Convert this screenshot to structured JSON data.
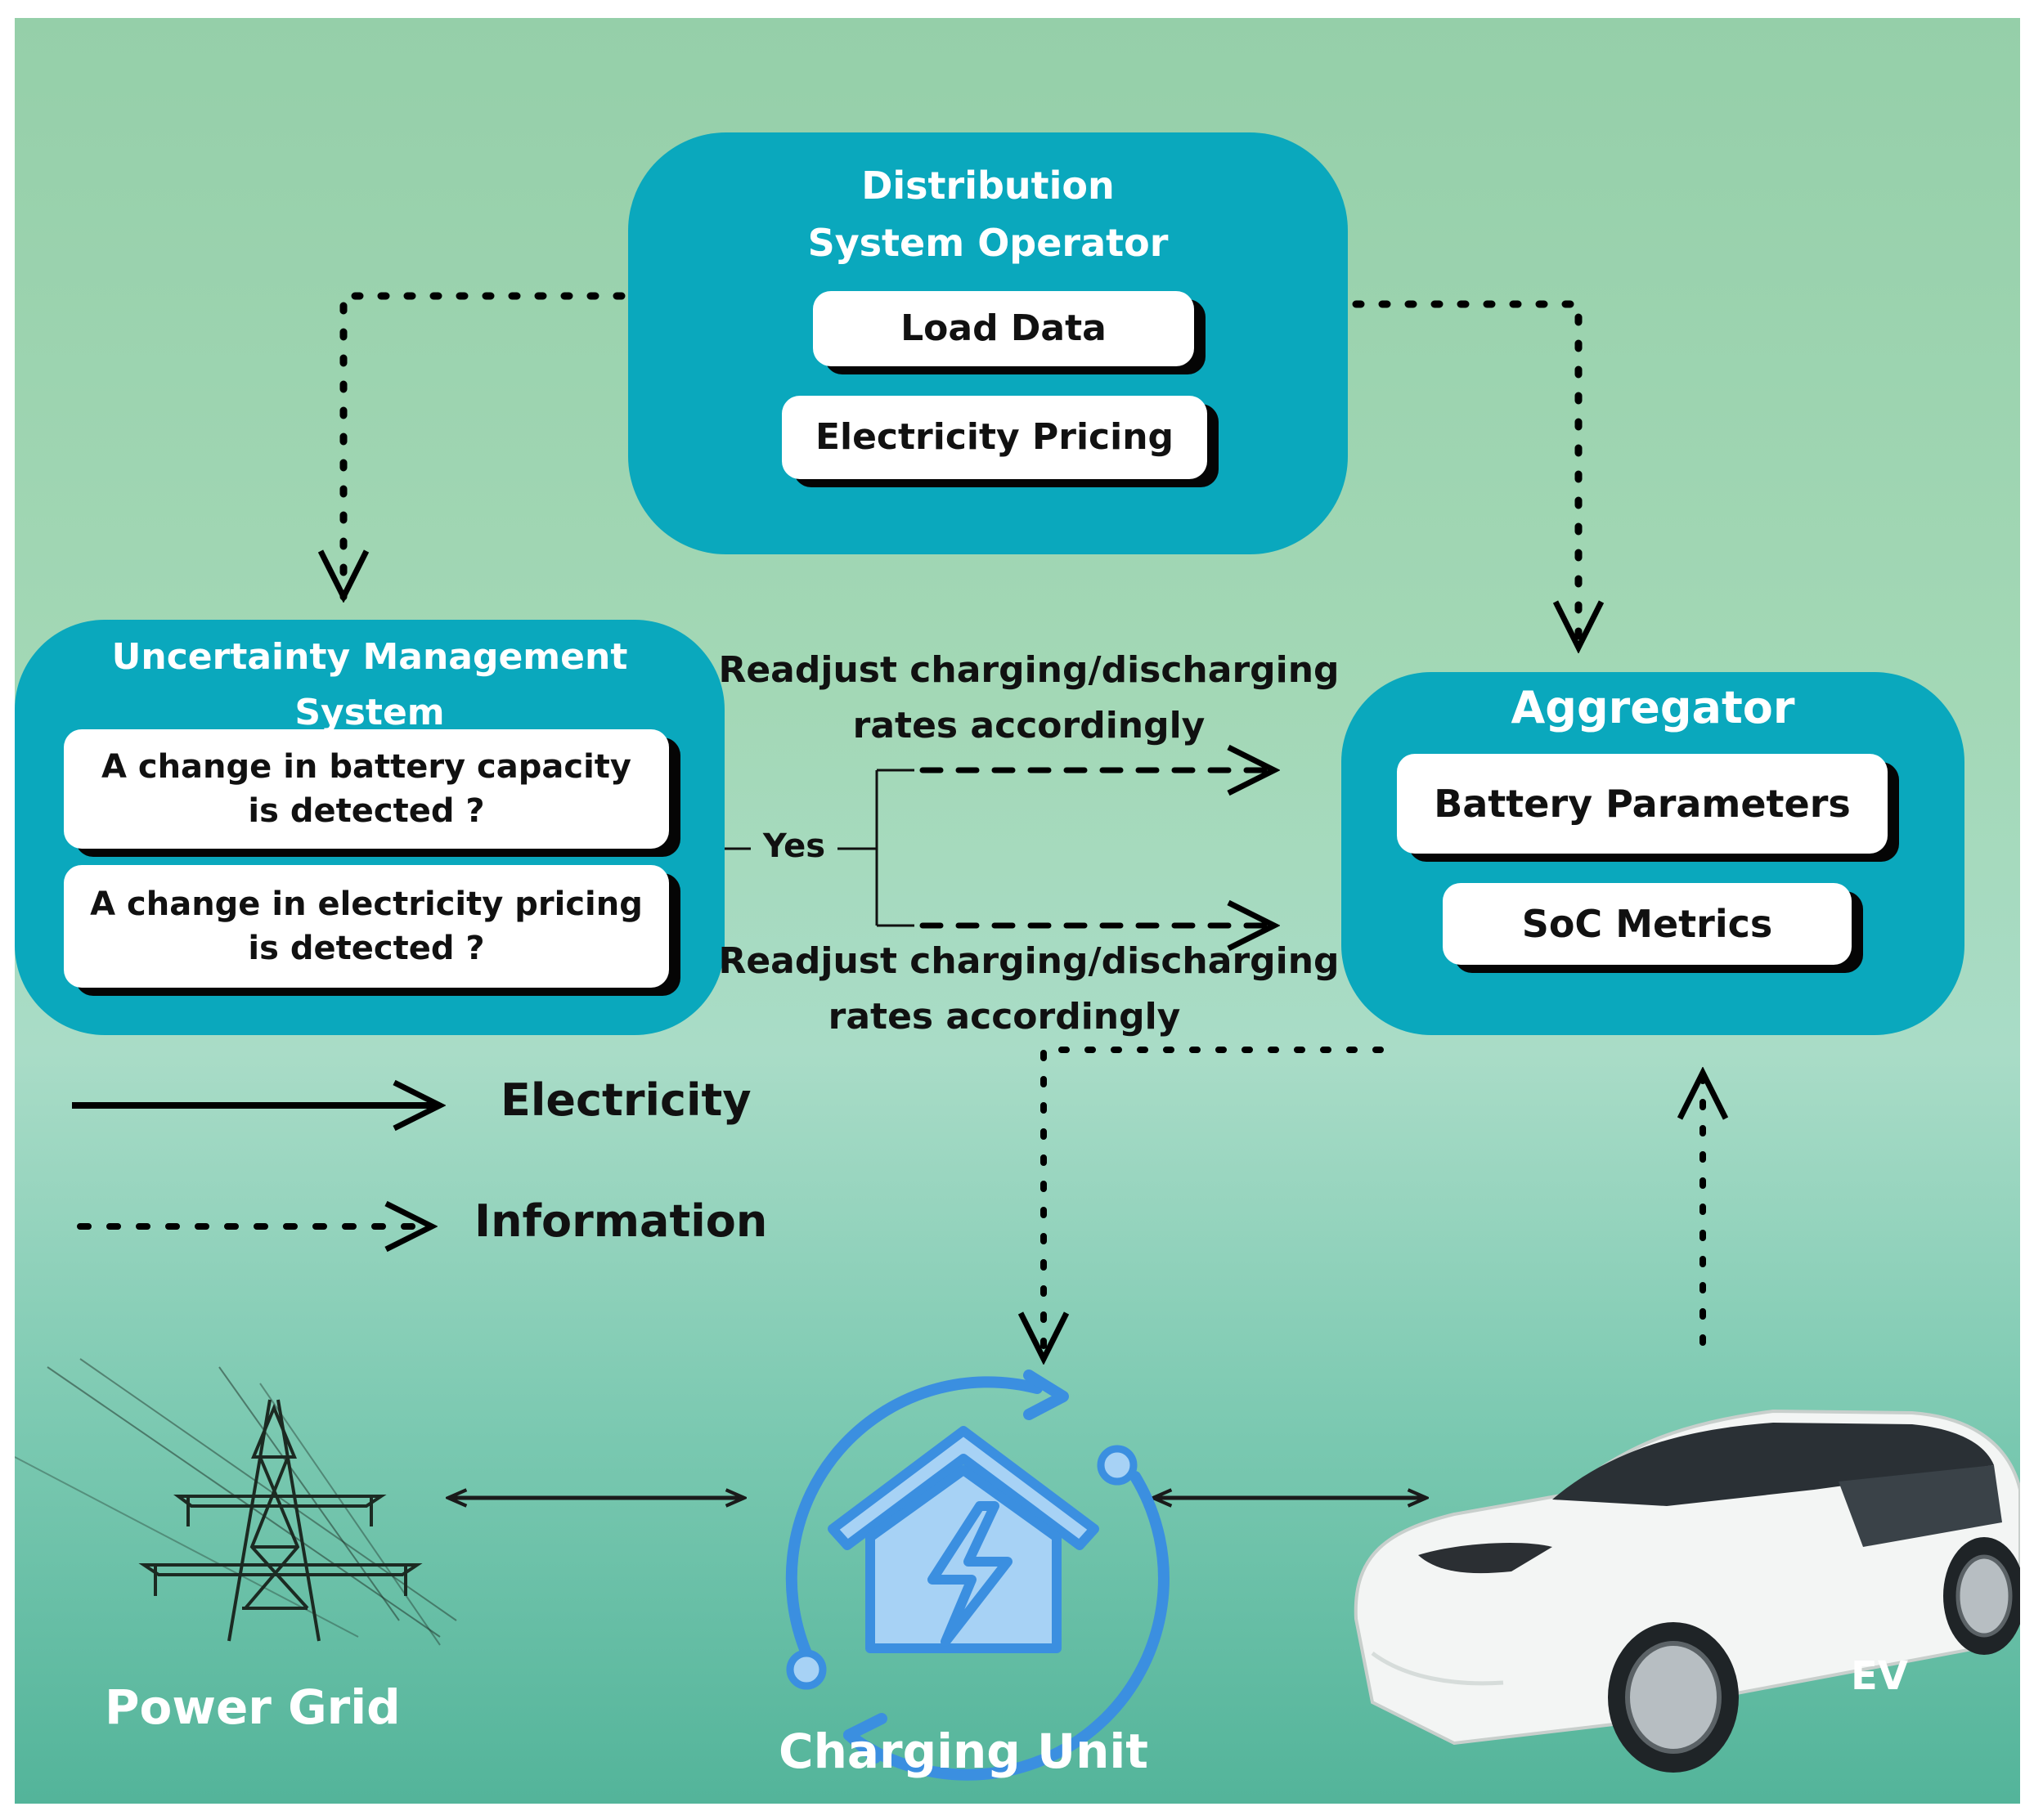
{
  "dso": {
    "title_line1": "Distribution",
    "title_line2": "System Operator",
    "items": [
      "Load Data",
      "Electricity Pricing"
    ]
  },
  "ums": {
    "title_line1": "Uncertainty Management",
    "title_line2": "System",
    "questions": [
      {
        "line1": "A change in battery capacity",
        "line2": "is detected ?"
      },
      {
        "line1": "A change in electricity pricing",
        "line2": "is detected ?"
      }
    ]
  },
  "aggregator": {
    "title": "Aggregator",
    "items": [
      "Battery Parameters",
      "SoC Metrics"
    ]
  },
  "decision": {
    "yes_label": "Yes",
    "action_top_line1": "Readjust charging/discharging",
    "action_top_line2": "rates accordingly",
    "action_bottom_line1": "Readjust charging/discharging",
    "action_bottom_line2": "rates accordingly"
  },
  "legend": {
    "electricity": "Electricity",
    "information": "Information"
  },
  "bottom": {
    "power_grid": "Power Grid",
    "charging_unit": "Charging Unit",
    "ev": "EV"
  },
  "colors": {
    "panel": "#0aa8bd",
    "charging_icon": "#3b8fe0",
    "background_top": "#95cfa9",
    "background_bottom": "#53b49a"
  },
  "icons": [
    "transmission-tower-icon",
    "charging-home-icon",
    "electric-car-icon"
  ]
}
